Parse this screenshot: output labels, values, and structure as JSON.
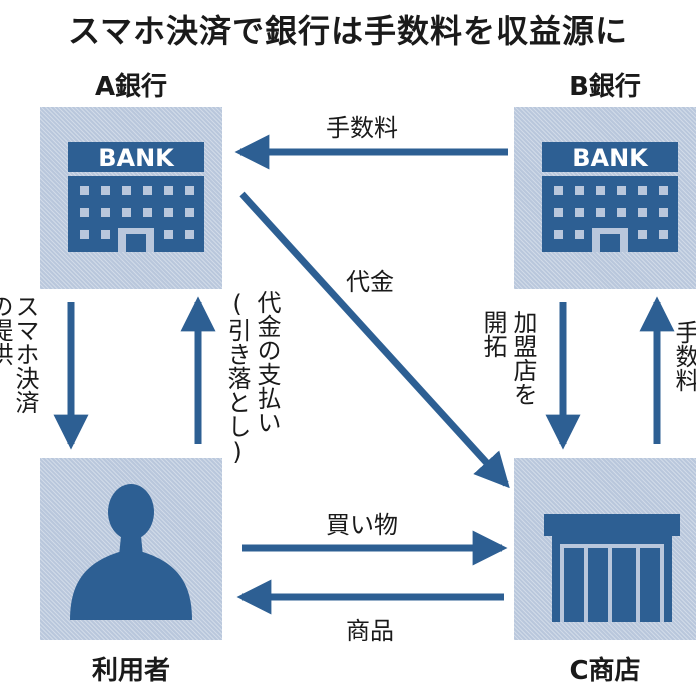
{
  "title": "スマホ決済で銀行は手数料を収益源に",
  "nodes": {
    "bank_a": {
      "label": "A銀行",
      "sign": "BANK"
    },
    "bank_b": {
      "label": "B銀行",
      "sign": "BANK"
    },
    "user": {
      "label": "利用者"
    },
    "shop": {
      "label": "C商店"
    }
  },
  "flows": {
    "fee_b_to_a": "手数料",
    "payment_a_to_shop": "代金",
    "provide_line1": "スマホ決済",
    "provide_line2": "の提供",
    "pay_line1": "代金の支払い",
    "pay_line2": "(引き落とし)",
    "merchant_line1": "加盟店を",
    "merchant_line2": "開拓",
    "fee_shop_to_b": "手数料",
    "purchase": "買い物",
    "goods": "商品"
  },
  "colors": {
    "arrow": "#2d5f93",
    "box": "#b9c7dc",
    "icon": "#2d5f93"
  }
}
